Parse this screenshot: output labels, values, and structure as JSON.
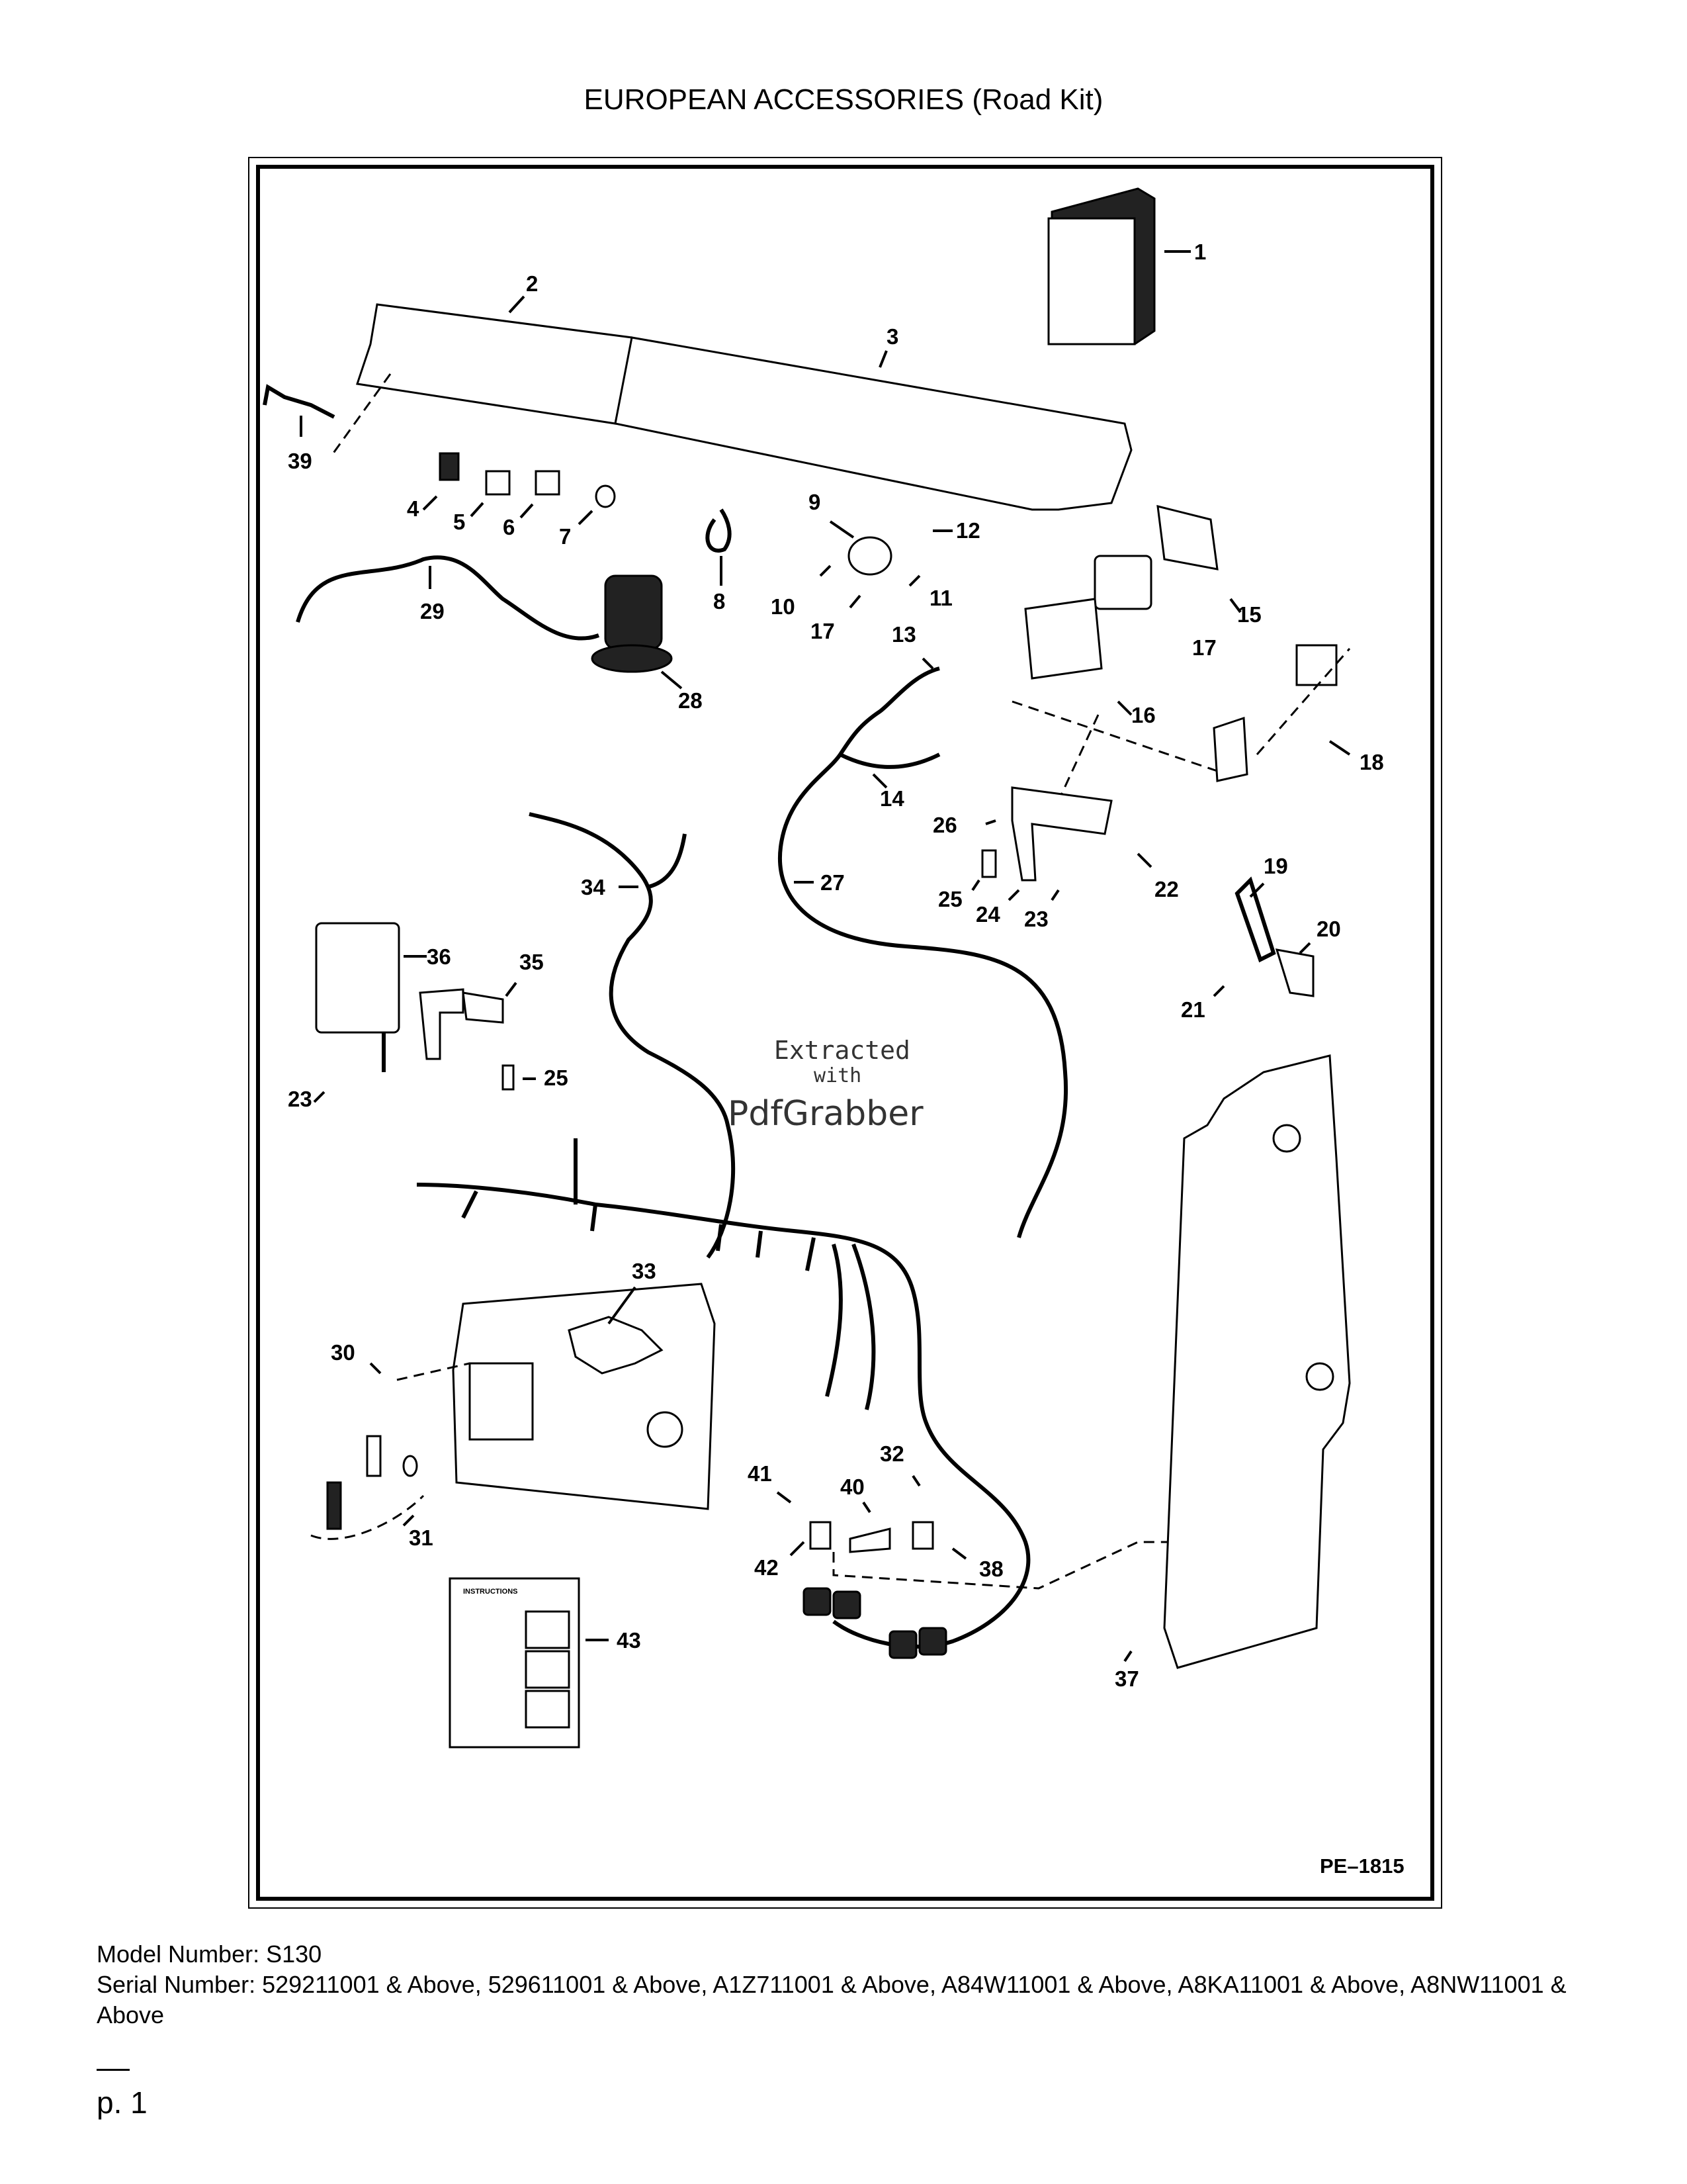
{
  "page": {
    "title": "EUROPEAN ACCESSORIES (Road Kit)",
    "model_line": "Model Number: S130",
    "serial_line": "Serial Number: 529211001 & Above, 529611001 & Above, A1Z711001 & Above, A84W11001 & Above, A8KA11001 & Above, A8NW11001 & Above",
    "page_rule": "__",
    "page_number": "p. 1"
  },
  "diagram": {
    "reference": "PE–1815",
    "watermark": {
      "line1": "Extracted",
      "line2": "with",
      "line3": "PdfGrabber"
    },
    "instructions_heading": "INSTRUCTIONS",
    "callouts": [
      "1",
      "2",
      "3",
      "4",
      "5",
      "6",
      "7",
      "8",
      "9",
      "10",
      "11",
      "12",
      "13",
      "14",
      "15",
      "16",
      "17",
      "17",
      "18",
      "19",
      "20",
      "21",
      "22",
      "23",
      "23",
      "24",
      "25",
      "25",
      "26",
      "27",
      "28",
      "29",
      "30",
      "31",
      "32",
      "33",
      "34",
      "35",
      "36",
      "37",
      "38",
      "39",
      "40",
      "41",
      "42",
      "43"
    ]
  }
}
